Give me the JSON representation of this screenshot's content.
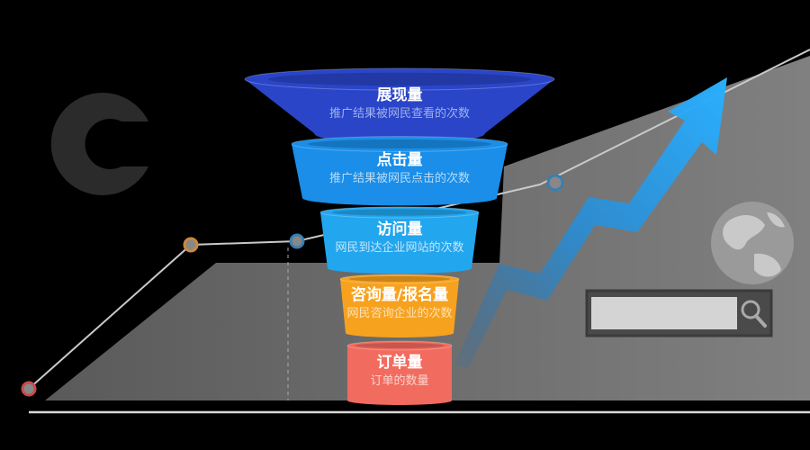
{
  "funnel": {
    "stages": [
      {
        "title": "展现量",
        "description": "推广结果被网民查看的次数",
        "color": "#2a45c8",
        "desc_color": "#9fb0ee"
      },
      {
        "title": "点击量",
        "description": "推广结果被网民点击的次数",
        "color": "#1a8ee8",
        "desc_color": "#b8dcf8"
      },
      {
        "title": "访问量",
        "description": "网民到达企业网站的次数",
        "color": "#22a6ee",
        "desc_color": "#c4e6fa"
      },
      {
        "title": "咨询量/报名量",
        "description": "网民咨询企业的次数",
        "color": "#f7a21f",
        "desc_color": "#fde1b5"
      },
      {
        "title": "订单量",
        "description": "订单的数量",
        "color": "#f26b5f",
        "desc_color": "#fcd3ce"
      }
    ]
  },
  "colors": {
    "background": "#000000",
    "panel": "#6e6e6e",
    "trend_arrow": "#1ea0f0",
    "node_ring": "#c98a3a",
    "node_ring_blue": "#3a7fb0"
  },
  "icons": {
    "logo": "brand-ring-icon",
    "globe": "globe-icon",
    "search": "search-icon"
  }
}
